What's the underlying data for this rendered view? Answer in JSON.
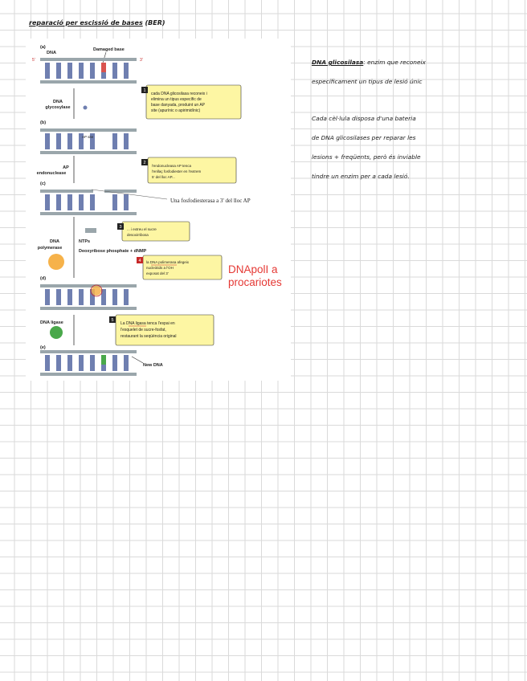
{
  "title": {
    "underlined": "reparació per escissió de bases",
    "rest": " (BER)"
  },
  "figure": {
    "labels": {
      "a": "(a)",
      "dna": "DNA",
      "damaged_base": "Damaged base",
      "glycosylase": [
        "DNA",
        "glycosylase"
      ],
      "b": "(b)",
      "ap_site": "AP site",
      "ap_endo": [
        "AP",
        "endonuclease"
      ],
      "c": "(c)",
      "dna_pol": [
        "DNA",
        "polymerase"
      ],
      "ntps": "NTPs",
      "deoxy": "Deoxyribose phosphate + dNMP",
      "d": "(d)",
      "ligase": "DNA ligase",
      "e": "(e)",
      "new_dna": "New DNA",
      "fosfo": "Una fosfodiesterasa a 3' del lloc AP",
      "end5": "5'",
      "end3": "3'"
    },
    "boxes": [
      {
        "n": "1",
        "lines": [
          "cada DNA glicosilasa reconeix i",
          "elimina un tipus específic de",
          "base danyada, produint un AP",
          "site (apurínic o apirimidínic)"
        ]
      },
      {
        "n": "2",
        "lines": [
          "l'endonucleasa AP tenca",
          "l'enllaç fosfodiester en l'extrem",
          "5' del lloc AP..."
        ]
      },
      {
        "n": "3",
        "lines": [
          "... i extreu el sucre",
          "desoxirribosa"
        ]
      },
      {
        "n": "4",
        "lines": [
          "la DNA polimerasa afegeix",
          "nucleòtids a l'OH",
          "exposat del 3'"
        ]
      },
      {
        "n": "5",
        "lines": [
          "La DNA ligasa tenca l'espai en",
          "l'esquelet de sucre-fosfat,",
          "restaurant la seqüència original"
        ]
      }
    ]
  },
  "red_note": [
    "DNApolI a",
    "procariotes"
  ],
  "right_notes": {
    "p1_term": "DNA glicosilasa",
    "p1_rest": ": enzim que reconeix",
    "p1_line2": "específicament un tipus de lesió únic",
    "p2": [
      "Cada cèl·lula disposa d'una bateria",
      "de DNA glicosilases per reparar les",
      "lesions + freqüents, però és inviable",
      "tindre un enzim per a cada lesió."
    ]
  },
  "colors": {
    "accent_red": "#e53935",
    "note_yellow": "#fdf6a3",
    "dna_strand": "#9aa6ab",
    "base_blue": "#6f7fb0",
    "polymerase_orange": "#f6b24a",
    "ligase_green": "#49a84a"
  }
}
